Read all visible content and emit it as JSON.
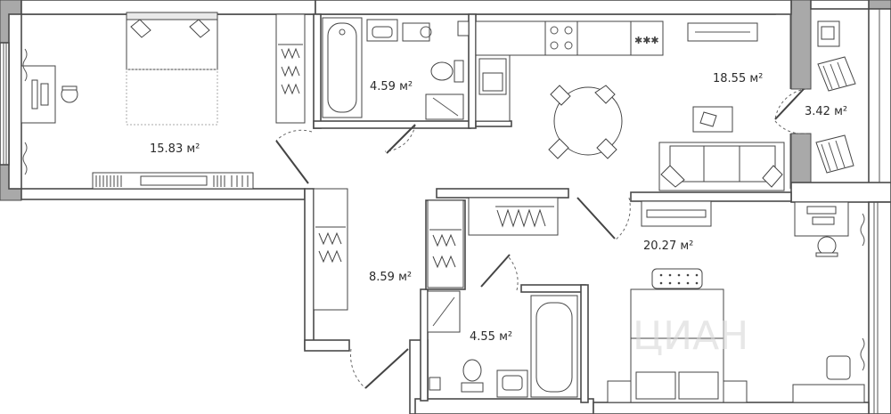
{
  "rooms": [
    {
      "id": "bedroom-left",
      "area": "15.83 м²"
    },
    {
      "id": "bathroom-top",
      "area": "4.59 м²"
    },
    {
      "id": "kitchen-living",
      "area": "18.55 м²"
    },
    {
      "id": "balcony",
      "area": "3.42 м²"
    },
    {
      "id": "hallway",
      "area": "8.59 м²"
    },
    {
      "id": "bathroom-bottom",
      "area": "4.55 м²"
    },
    {
      "id": "bedroom-right",
      "area": "20.27 м²"
    }
  ],
  "watermark": "ЦИАН"
}
